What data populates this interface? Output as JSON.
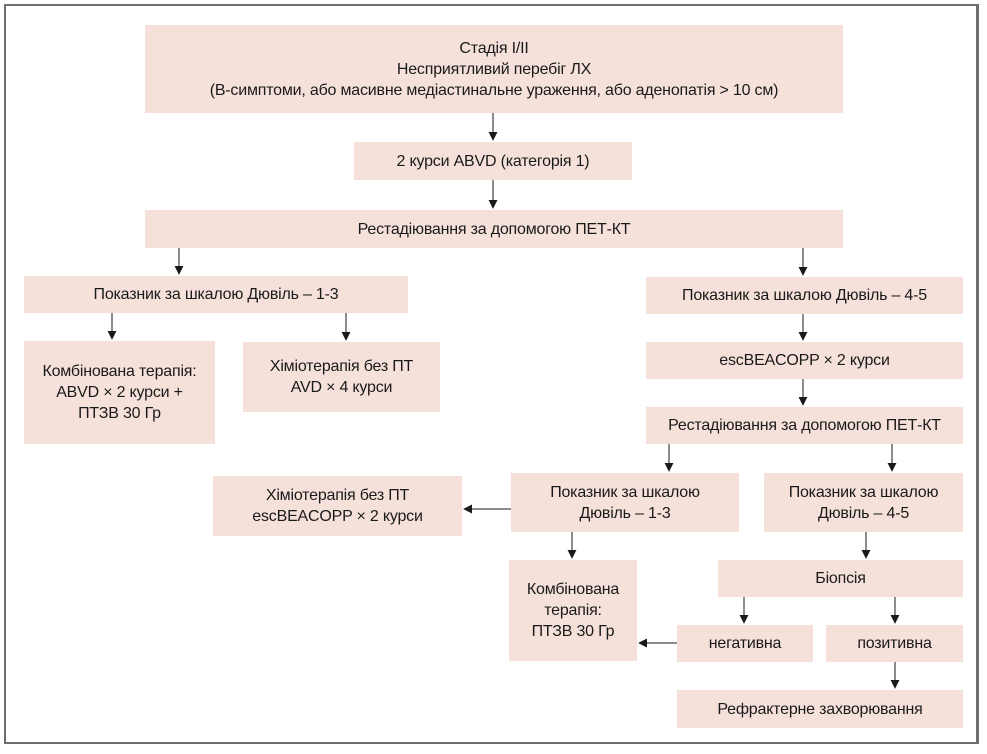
{
  "diagram": {
    "nodes": {
      "stage": {
        "lines": [
          "Стадія I/II",
          "Несприятливий перебіг ЛХ",
          "(В-симптоми, або масивне медіастинальне ураження, або аденопатія > 10 см)"
        ]
      },
      "abvd2": {
        "lines": [
          "2 курси ABVD (категорія 1)"
        ]
      },
      "restaging1": {
        "lines": [
          "Рестадіювання за допомогою ПЕТ-КТ"
        ]
      },
      "deauville13": {
        "lines": [
          "Показник за шкалою Дювіль – 1-3"
        ]
      },
      "combined1": {
        "lines": [
          "Комбінована терапія:",
          "ABVD × 2 курси +",
          "ПТЗВ 30 Гр"
        ]
      },
      "chemo_avd": {
        "lines": [
          "Хіміотерапія без ПТ",
          "AVD × 4 курси"
        ]
      },
      "deauville45": {
        "lines": [
          "Показник за шкалою Дювіль – 4-5"
        ]
      },
      "escbeacopp2": {
        "lines": [
          "escBEACOPP × 2 курси"
        ]
      },
      "restaging2": {
        "lines": [
          "Рестадіювання за допомогою ПЕТ-КТ"
        ]
      },
      "chemo_esc": {
        "lines": [
          "Хіміотерапія без ПТ",
          "escBEACOPP × 2 курси"
        ]
      },
      "deauville13b": {
        "lines": [
          "Показник за шкалою",
          "Дювіль – 1-3"
        ]
      },
      "deauville45b": {
        "lines": [
          "Показник за шкалою",
          "Дювіль – 4-5"
        ]
      },
      "biopsy": {
        "lines": [
          "Біопсія"
        ]
      },
      "combined2": {
        "lines": [
          "Комбінована",
          "терапія:",
          "ПТЗВ 30 Гр"
        ]
      },
      "negative": {
        "lines": [
          "негативна"
        ]
      },
      "positive": {
        "lines": [
          "позитивна"
        ]
      },
      "refractory": {
        "lines": [
          "Рефрактерне захворювання"
        ]
      }
    },
    "edges": [
      [
        "stage",
        "abvd2"
      ],
      [
        "abvd2",
        "restaging1"
      ],
      [
        "restaging1",
        "deauville13"
      ],
      [
        "restaging1",
        "deauville45"
      ],
      [
        "deauville13",
        "combined1"
      ],
      [
        "deauville13",
        "chemo_avd"
      ],
      [
        "deauville45",
        "escbeacopp2"
      ],
      [
        "escbeacopp2",
        "restaging2"
      ],
      [
        "restaging2",
        "deauville13b"
      ],
      [
        "restaging2",
        "deauville45b"
      ],
      [
        "deauville13b",
        "chemo_esc"
      ],
      [
        "deauville13b",
        "combined2"
      ],
      [
        "deauville45b",
        "biopsy"
      ],
      [
        "biopsy",
        "negative"
      ],
      [
        "biopsy",
        "positive"
      ],
      [
        "negative",
        "combined2"
      ],
      [
        "positive",
        "refractory"
      ]
    ],
    "colors": {
      "box_fill": "#f5e1da",
      "line": "#1a1a1a",
      "frame": "#6e6e6e"
    }
  }
}
